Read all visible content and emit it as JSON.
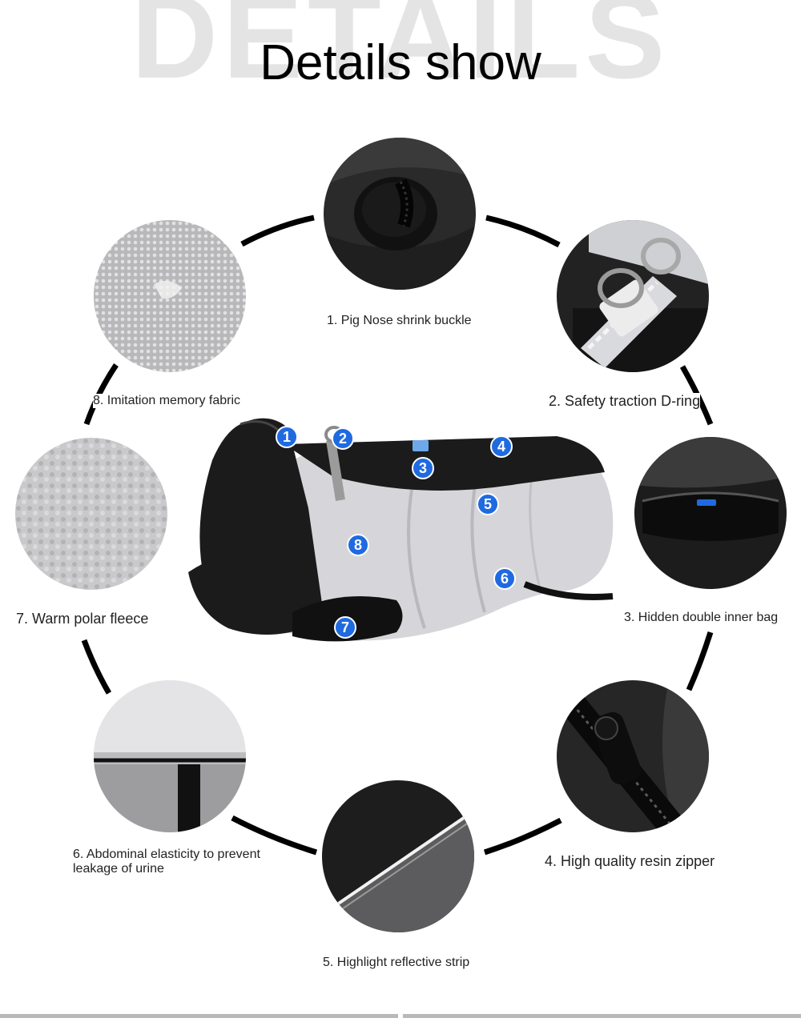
{
  "header": {
    "background_word": "DETAILS",
    "title": "Details show"
  },
  "details": [
    {
      "number": "1",
      "label": "1. Pig Nose shrink buckle",
      "icon": "cord-lock-buckle"
    },
    {
      "number": "2",
      "label": "2. Safety traction D-ring",
      "icon": "d-ring"
    },
    {
      "number": "3",
      "label": "3. Hidden double inner bag",
      "icon": "inner-pocket"
    },
    {
      "number": "4",
      "label": "4. High quality resin zipper",
      "icon": "resin-zipper"
    },
    {
      "number": "5",
      "label": "5. Highlight reflective strip",
      "icon": "reflective-strip"
    },
    {
      "number": "6",
      "label": "6. Abdominal elasticity to prevent leakage of urine",
      "icon": "elastic-band"
    },
    {
      "number": "7",
      "label": "7. Warm polar fleece",
      "icon": "polar-fleece"
    },
    {
      "number": "8",
      "label": "8. Imitation memory fabric",
      "icon": "memory-fabric"
    }
  ],
  "colors": {
    "marker_blue": "#1f6ae0",
    "coat_black": "#1b1b1b",
    "coat_grey": "#d6d6da"
  }
}
